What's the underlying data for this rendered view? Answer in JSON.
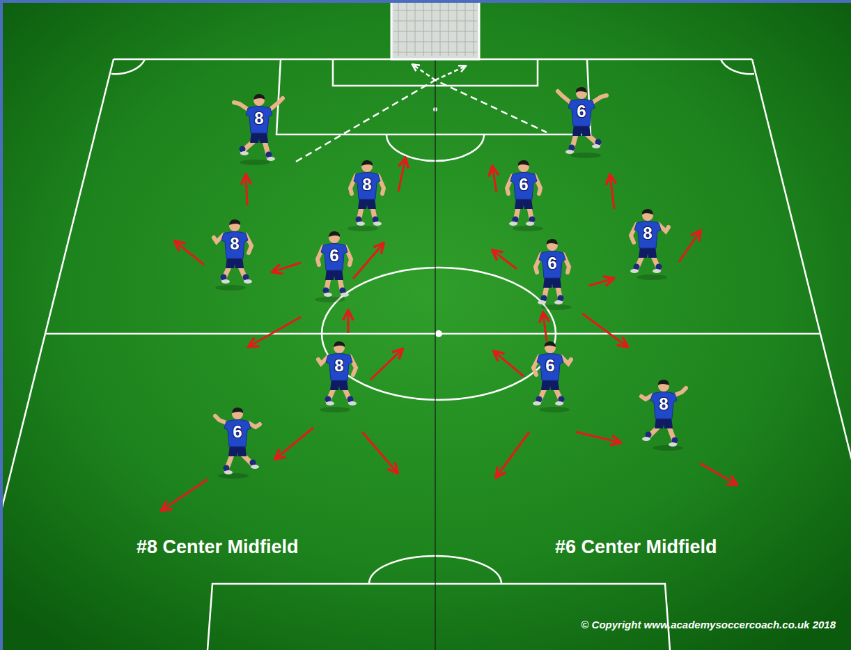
{
  "diagram": {
    "nodes": [
      {
        "text": [
          "8"
        ]
      },
      {
        "text": [
          "6"
        ]
      },
      {
        "text": [
          "8"
        ]
      },
      {
        "text": [
          "6"
        ]
      },
      {
        "text": [
          "8"
        ]
      },
      {
        "text": [
          "8"
        ]
      },
      {
        "text": [
          "6"
        ]
      },
      {
        "text": [
          "6"
        ]
      },
      {
        "text": [
          "8"
        ]
      },
      {
        "text": [
          "6"
        ]
      },
      {
        "text": [
          "8"
        ]
      },
      {
        "text": [
          "6"
        ]
      }
    ],
    "labels": [
      "#8 Center Midfield",
      "#6 Center Midfield",
      "© Copyright www.academysoccercoach.co.uk 2018"
    ]
  }
}
